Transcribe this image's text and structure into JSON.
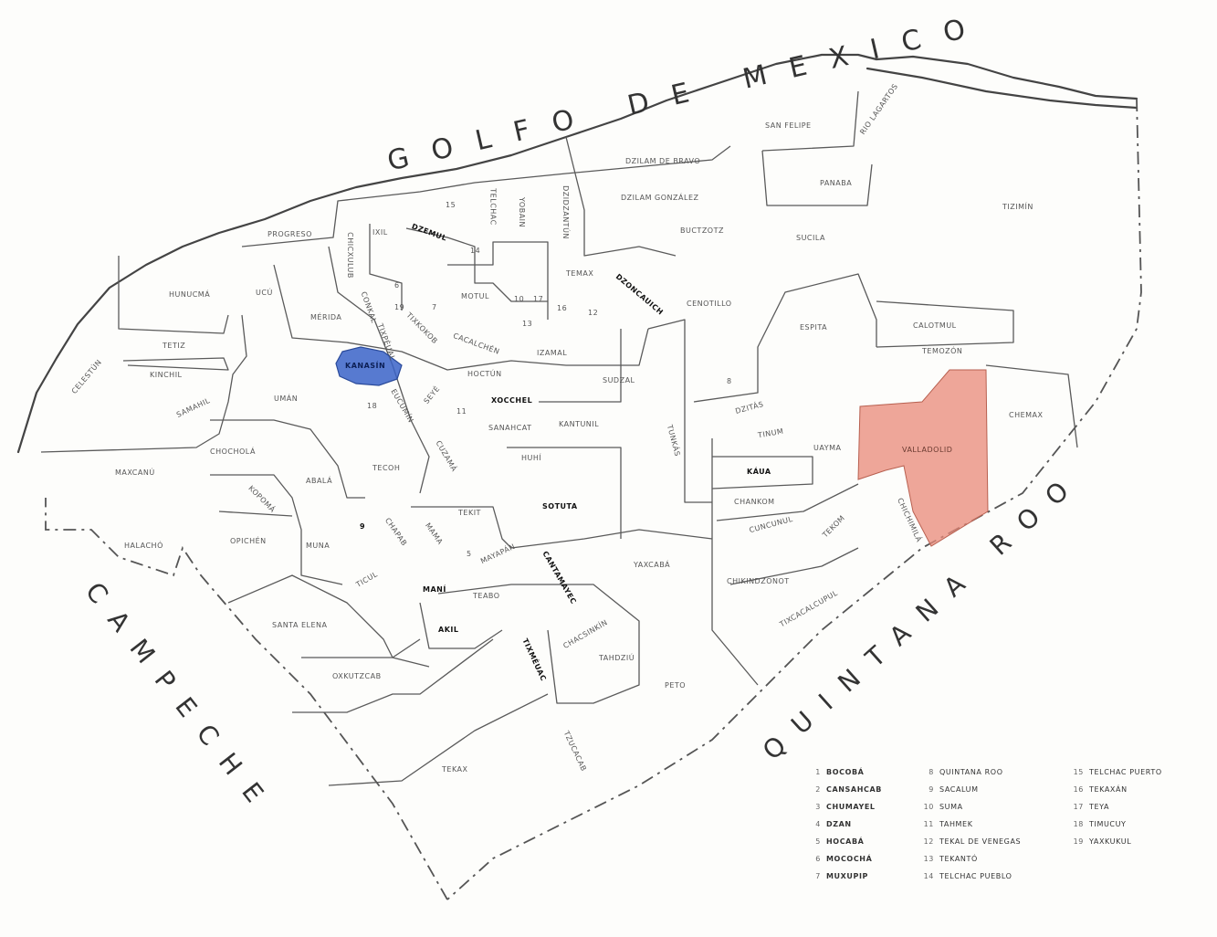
{
  "water_labels": {
    "gulf": "GOLFO DE MEXICO",
    "campeche": "CAMPECHE",
    "quintana_roo": "QUINTANA ROO"
  },
  "highlights": {
    "blue_color": "#3a63c8",
    "red_color": "#e88878"
  },
  "municipalities": [
    {
      "name": "SAN FELIPE"
    },
    {
      "name": "RIO LAGARTOS"
    },
    {
      "name": "DZILAM DE BRAVO"
    },
    {
      "name": "PANABA"
    },
    {
      "name": "DZILAM GONZÁLEZ"
    },
    {
      "name": "TIZIMÍN"
    },
    {
      "name": "BUCTZOTZ"
    },
    {
      "name": "SUCILA"
    },
    {
      "name": "PROGRESO"
    },
    {
      "name": "DZEMUL"
    },
    {
      "name": "TELCHAC"
    },
    {
      "name": "YOBAIN"
    },
    {
      "name": "DZIDZANTÚN"
    },
    {
      "name": "CHICXULUB"
    },
    {
      "name": "IXIL"
    },
    {
      "name": "HUNUCMÁ"
    },
    {
      "name": "UCÚ"
    },
    {
      "name": "CONKAL"
    },
    {
      "name": "MOTUL"
    },
    {
      "name": "TEMAX"
    },
    {
      "name": "DZONCAUICH"
    },
    {
      "name": "CENOTILLO"
    },
    {
      "name": "ESPITA"
    },
    {
      "name": "CALOTMUL"
    },
    {
      "name": "MÉRIDA"
    },
    {
      "name": "TIXPÉUAL"
    },
    {
      "name": "TIXKOKOB"
    },
    {
      "name": "CACALCHÉN"
    },
    {
      "name": "IZAMAL"
    },
    {
      "name": "TEMOZÓN"
    },
    {
      "name": "CELESTÚN"
    },
    {
      "name": "TETIZ"
    },
    {
      "name": "KINCHIL"
    },
    {
      "name": "SAMAHIL"
    },
    {
      "name": "UMÁN"
    },
    {
      "name": "KANASÍN"
    },
    {
      "name": "EUCUMÍN"
    },
    {
      "name": "HOCTÚN"
    },
    {
      "name": "SUDZAL"
    },
    {
      "name": "CHEMAX"
    },
    {
      "name": "SEYÉ"
    },
    {
      "name": "XOCCHEL"
    },
    {
      "name": "SANAHCAT"
    },
    {
      "name": "KANTUNIL"
    },
    {
      "name": "TUNKÁS"
    },
    {
      "name": "DZITÁS"
    },
    {
      "name": "UAYMA"
    },
    {
      "name": "TINUM"
    },
    {
      "name": "VALLADOLID"
    },
    {
      "name": "CHOCHOLÁ"
    },
    {
      "name": "MAXCANÚ"
    },
    {
      "name": "ABALÁ"
    },
    {
      "name": "TECOH"
    },
    {
      "name": "CUZAMÁ"
    },
    {
      "name": "HUHÍ"
    },
    {
      "name": "KÁUA"
    },
    {
      "name": "CHANKOM"
    },
    {
      "name": "CUNCUNUL"
    },
    {
      "name": "TEKOM"
    },
    {
      "name": "CHICHIMILÁ"
    },
    {
      "name": "KOPOMÁ"
    },
    {
      "name": "TEKIT"
    },
    {
      "name": "SOTUTA"
    },
    {
      "name": "HALACHÓ"
    },
    {
      "name": "OPICHÉN"
    },
    {
      "name": "MUNA"
    },
    {
      "name": "CHAPAB"
    },
    {
      "name": "MAMA"
    },
    {
      "name": "MAYAPÁN"
    },
    {
      "name": "CANTAMAYEC"
    },
    {
      "name": "YAXCABÁ"
    },
    {
      "name": "CHIKINDZONOT"
    },
    {
      "name": "TICUL"
    },
    {
      "name": "MANÍ"
    },
    {
      "name": "TEABO"
    },
    {
      "name": "TIXCACALCUPUL"
    },
    {
      "name": "SANTA ELENA"
    },
    {
      "name": "AKIL"
    },
    {
      "name": "CHACSINKÍN"
    },
    {
      "name": "TAHDZIÚ"
    },
    {
      "name": "TIXMÉUAC"
    },
    {
      "name": "PETO"
    },
    {
      "name": "OXKUTZCAB"
    },
    {
      "name": "TZUCACAB"
    },
    {
      "name": "TEKAX"
    }
  ],
  "map_numbers": [
    "5",
    "6",
    "7",
    "8",
    "9",
    "10",
    "11",
    "12",
    "13",
    "14",
    "15",
    "16",
    "17",
    "18",
    "19"
  ],
  "legend": [
    {
      "num": "1",
      "name": "BOCOBÁ"
    },
    {
      "num": "2",
      "name": "CANSAHCAB"
    },
    {
      "num": "3",
      "name": "CHUMAYEL"
    },
    {
      "num": "4",
      "name": "DZAN"
    },
    {
      "num": "5",
      "name": "HOCABÁ"
    },
    {
      "num": "6",
      "name": "MOCOCHÁ"
    },
    {
      "num": "7",
      "name": "MUXUPIP"
    },
    {
      "num": "8",
      "name": "QUINTANA ROO"
    },
    {
      "num": "9",
      "name": "SACALUM"
    },
    {
      "num": "10",
      "name": "SUMA"
    },
    {
      "num": "11",
      "name": "TAHMEK"
    },
    {
      "num": "12",
      "name": "TEKAL DE VENEGAS"
    },
    {
      "num": "13",
      "name": "TEKANTÓ"
    },
    {
      "num": "14",
      "name": "TELCHAC PUEBLO"
    },
    {
      "num": "15",
      "name": "TELCHAC PUERTO"
    },
    {
      "num": "16",
      "name": "TEKAXÁN"
    },
    {
      "num": "17",
      "name": "TEYA"
    },
    {
      "num": "18",
      "name": "TIMUCUY"
    },
    {
      "num": "19",
      "name": "YAXKUKUL"
    }
  ]
}
